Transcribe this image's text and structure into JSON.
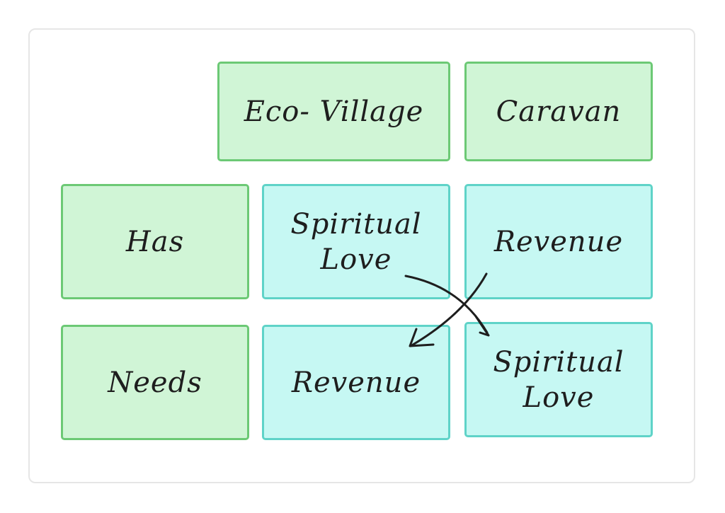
{
  "columns": {
    "eco_village": "Eco- Village",
    "caravan": "Caravan"
  },
  "rows": {
    "has": "Has",
    "needs": "Needs"
  },
  "cells": {
    "has_eco_village": "Spiritual\nLove",
    "has_caravan": "Revenue",
    "needs_eco_village": "Revenue",
    "needs_caravan": "Spiritual\nLove"
  },
  "colors": {
    "header_fill": "#d0f5d6",
    "header_stroke": "#6cc975",
    "cell_fill": "#c6f8f3",
    "cell_stroke": "#5fd3c8",
    "arrow": "#1e1e1e"
  }
}
